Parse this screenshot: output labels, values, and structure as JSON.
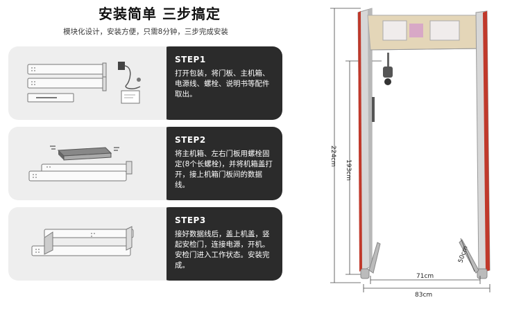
{
  "header": {
    "title": "安装简单 三步搞定",
    "subtitle": "模块化设计，安装方便，只需8分钟，三步完成安装"
  },
  "steps": [
    {
      "label": "STEP1",
      "desc": "打开包装，将门板、主机箱、电源线、螺栓、说明书等配件取出。"
    },
    {
      "label": "STEP2",
      "desc": "将主机箱、左右门板用螺栓固定(8个长螺栓)，并将机箱盖打开，接上机箱门板间的数据线。"
    },
    {
      "label": "STEP3",
      "desc": "接好数据线后，盖上机盖，竖起安检门，连接电源，开机。安检门进入工作状态。安装完成。"
    }
  ],
  "dimensions": {
    "total_height": "224cm",
    "inner_height": "193cm",
    "depth": "50cm",
    "inner_width": "71cm",
    "total_width": "83cm"
  },
  "colors": {
    "card_dark": "#2b2b2b",
    "card_light": "#eeeeee",
    "panel_red": "#c0392b",
    "panel_metal": "#c9c9c9",
    "head_beige": "#e4d6b8"
  }
}
